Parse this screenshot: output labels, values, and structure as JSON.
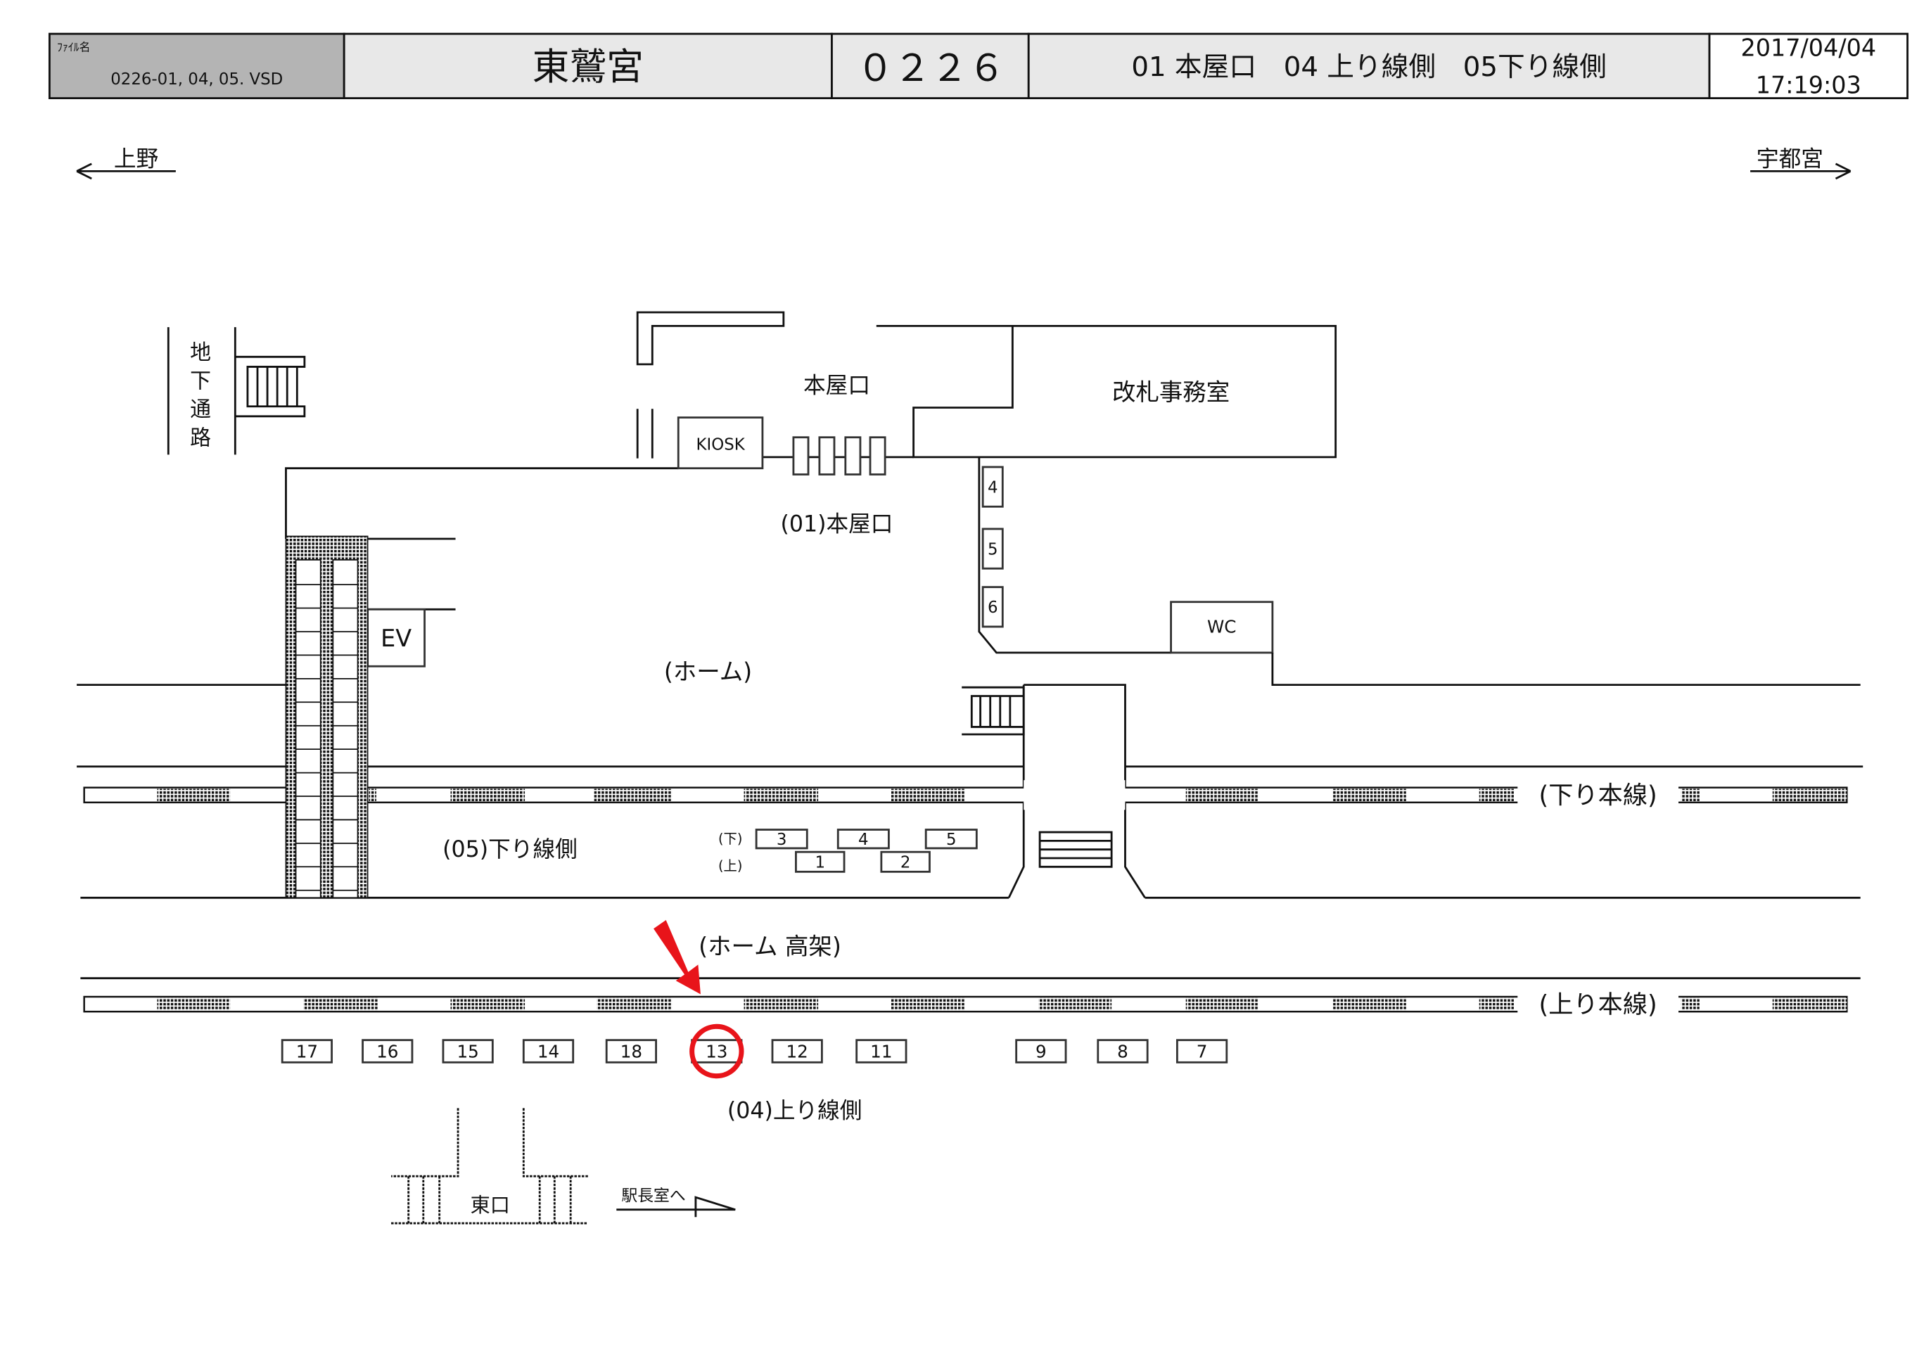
{
  "header": {
    "file_label": "ﾌｧｲﾙ名",
    "file_name": "0226-01, 04, 05. VSD",
    "station_name": "東鷲宮",
    "station_code": "０２２６",
    "exits": "01 本屋口　04 上り線側　05下り線側",
    "date": "2017/04/04",
    "time": "17:19:03"
  },
  "directions": {
    "left": "上野",
    "right": "宇都宮"
  },
  "labels": {
    "underpass": [
      "地",
      "下",
      "通",
      "路"
    ],
    "main_exit": "本屋口",
    "ticket_office": "改札事務室",
    "kiosk": "KIOSK",
    "main_exit_code": "(01)本屋口",
    "ev": "EV",
    "wc": "WC",
    "platform": "(ホーム)",
    "platform_elevated": "(ホーム 高架)",
    "down_main_line": "(下り本線)",
    "up_main_line": "(上り本線)",
    "down_side": "(05)下り線側",
    "up_side": "(04)上り線側",
    "down_mark": "(下)",
    "up_mark": "(上)",
    "east_exit": "東口",
    "stationmaster": "駅長室へ"
  },
  "corridor_boxes": [
    "4",
    "5",
    "6"
  ],
  "platform_boxes_down": [
    "3",
    "4",
    "5"
  ],
  "platform_boxes_up": [
    "1",
    "2"
  ],
  "car_positions": [
    "17",
    "16",
    "15",
    "14",
    "18",
    "13",
    "12",
    "11",
    "9",
    "8",
    "7"
  ],
  "highlight": {
    "position": "13",
    "color": "#e8141a"
  }
}
